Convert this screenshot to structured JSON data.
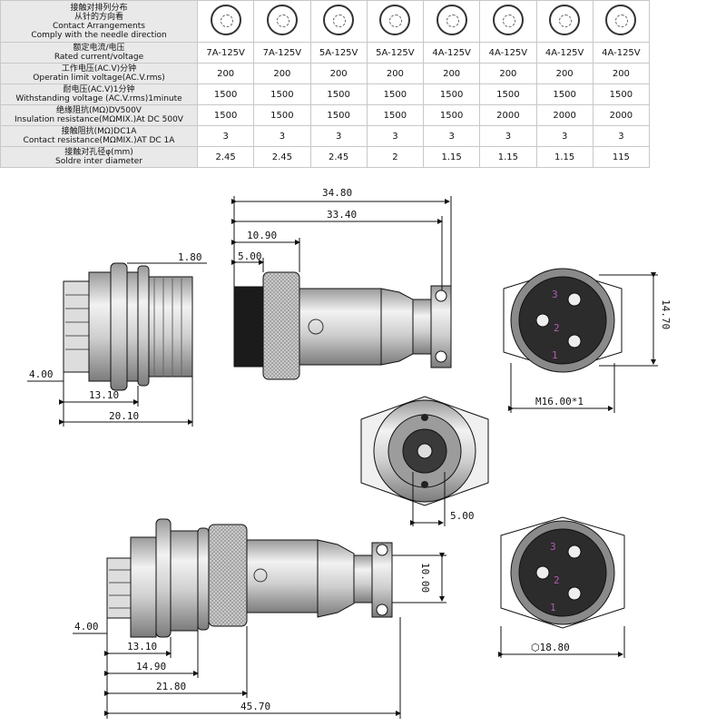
{
  "table": {
    "rows": [
      {
        "label_cn": "接触对排列分布",
        "label_cn2": "从针的方向看",
        "label_en": "Contact Arrangements",
        "label_en2": "Comply with the needle direction",
        "values": [
          "",
          "",
          "",
          "",
          "",
          "",
          "",
          ""
        ]
      },
      {
        "label_cn": "额定电流/电压",
        "label_en": "Rated current/voltage",
        "values": [
          "7A-125V",
          "7A-125V",
          "5A-125V",
          "5A-125V",
          "4A-125V",
          "4A-125V",
          "4A-125V",
          "4A-125V"
        ]
      },
      {
        "label_cn": "工作电压(AC.V)分钟",
        "label_en": "Operatin limit voltage(AC.V.rms)",
        "values": [
          "200",
          "200",
          "200",
          "200",
          "200",
          "200",
          "200",
          "200"
        ]
      },
      {
        "label_cn": "耐电压(AC.V)1分钟",
        "label_en": "Withstanding voltage (AC.V.rms)1minute",
        "values": [
          "1500",
          "1500",
          "1500",
          "1500",
          "1500",
          "1500",
          "1500",
          "1500"
        ]
      },
      {
        "label_cn": "绝缘阻抗(MΩ)DV500V",
        "label_en": "Insulation resistance(MΩMIX.)At DC 500V",
        "values": [
          "1500",
          "1500",
          "1500",
          "1500",
          "1500",
          "2000",
          "2000",
          "2000"
        ]
      },
      {
        "label_cn": "接触阻抗(MΩ)DC1A",
        "label_en": "Contact resistance(MΩMIX.)AT DC 1A",
        "values": [
          "3",
          "3",
          "3",
          "3",
          "3",
          "3",
          "3",
          "3"
        ]
      },
      {
        "label_cn": "接触对孔径φ(mm)",
        "label_en": "Soldre inter diameter",
        "values": [
          "2.45",
          "2.45",
          "2.45",
          "2",
          "1.15",
          "1.15",
          "1.15",
          "115"
        ]
      }
    ]
  },
  "dimensions": {
    "d3480": "34.80",
    "d3340": "33.40",
    "d1090": "10.90",
    "d500a": "5.00",
    "d180": "1.80",
    "d400a": "4.00",
    "d1310a": "13.10",
    "d2010": "20.10",
    "d1470": "14.70",
    "dm16": "M16.00*1",
    "d500b": "5.00",
    "d1000": "10.00",
    "d400b": "4.00",
    "d1310b": "13.10",
    "d1490": "14.90",
    "d2180": "21.80",
    "d4570": "45.70",
    "d1880": "⬡18.80"
  },
  "pin_labels": {
    "p1": "1",
    "p2": "2",
    "p3": "3"
  },
  "colors": {
    "line": "#111111",
    "metal_light": "#e6e6e6",
    "metal_mid": "#b9b9b9",
    "metal_dark": "#7a7a7a",
    "pin_label": "#b35cb5"
  }
}
